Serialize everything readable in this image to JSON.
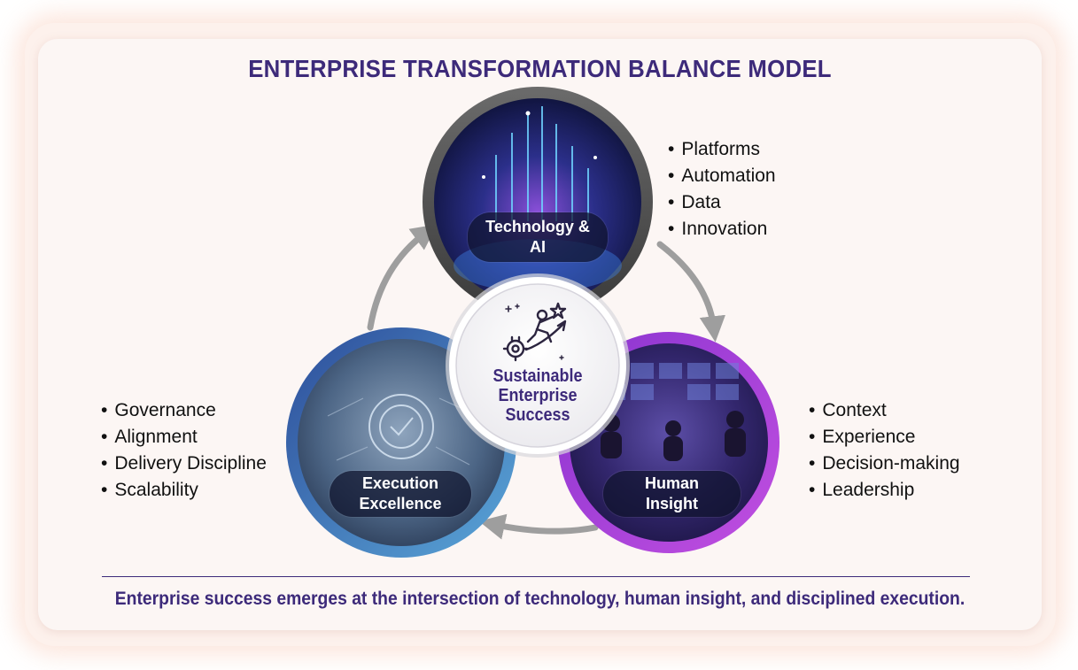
{
  "title": "ENTERPRISE TRANSFORMATION BALANCE MODEL",
  "nodes": {
    "technology": {
      "label_line1": "Technology &",
      "label_line2": "AI"
    },
    "human": {
      "label_line1": "Human",
      "label_line2": "Insight"
    },
    "execution": {
      "label_line1": "Execution",
      "label_line2": "Excellence"
    }
  },
  "center": {
    "line1": "Sustainable",
    "line2": "Enterprise",
    "line3": "Success",
    "icon": "climbing-person-gear-icon"
  },
  "bullets": {
    "technology": [
      "Platforms",
      "Automation",
      "Data",
      "Innovation"
    ],
    "execution": [
      "Governance",
      "Alignment",
      "Delivery Discipline",
      "Scalability"
    ],
    "human": [
      "Context",
      "Experience",
      "Decision-making",
      "Leadership"
    ]
  },
  "footer": "Enterprise success emerges at the intersection of technology, human insight, and disciplined execution.",
  "colors": {
    "title": "#3d2a7a",
    "technology_ring": "#5a5a5a",
    "human_ring": "#9b3fd6",
    "execution_ring": "#3f6fb8",
    "arrow": "#9e9e9e"
  }
}
